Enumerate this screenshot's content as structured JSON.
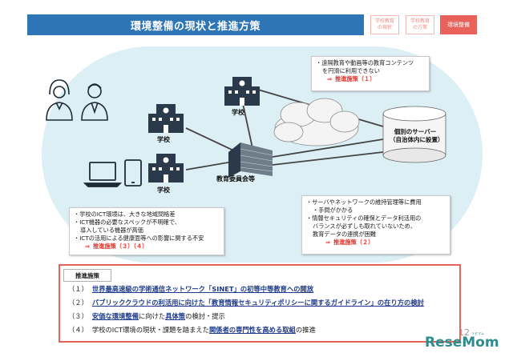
{
  "header": {
    "title": "環境整備の現状と推進方策",
    "tags": [
      {
        "label": "学校教育\nの現状"
      },
      {
        "label": "学校教育\nの方策"
      },
      {
        "label": "環境整備"
      }
    ]
  },
  "nodes": {
    "school_top": "学校",
    "school_mid": "学校",
    "school_bottom": "学校",
    "board": "教育委員会等",
    "server": "個別のサーバー\n（自治体内に設置）"
  },
  "callouts": {
    "top": {
      "lines": [
        "・遠隔教育や動画等の教育コンテンツ",
        "を円滑に利用できない"
      ],
      "arrow": "⇒",
      "measure": "推進施策（１）"
    },
    "right": {
      "lines": [
        "・サーバやネットワークの維持管理等に費用",
        "・手間がかかる",
        "・情報セキュリティの確保とデータ利活用の",
        "バランスが必ずしも取れていないため、",
        "教育データの連携が困難"
      ],
      "arrow": "⇒",
      "measure": "推進施策（２）"
    },
    "left": {
      "lines": [
        "・学校のICT環境は、大きな地域間格差",
        "・ICT機器の必要なスペックが不明確で、",
        "導入している機器が高価",
        "・ICTの活用による健康面等への影響に関する不安"
      ],
      "arrow": "⇒",
      "measure": "推進施策（３）（４）"
    }
  },
  "measures": {
    "heading": "推進施策",
    "items": [
      {
        "num": "（１）",
        "parts": [
          {
            "t": "世界最高速級の学術通信ネットワーク「SINET」の初等中等教育への開放",
            "s": "bl"
          }
        ]
      },
      {
        "num": "（２）",
        "parts": [
          {
            "t": "パブリッククラウドの利活用に向けた「教育情報セキュリティポリシーに関するガイドライン」の在り方の検討",
            "s": "bl"
          }
        ]
      },
      {
        "num": "（３）",
        "parts": [
          {
            "t": "安価な環境整備",
            "s": "bl"
          },
          {
            "t": "に向けた",
            "s": "pl"
          },
          {
            "t": "具体策",
            "s": "bl"
          },
          {
            "t": "の検討・提示",
            "s": "pl"
          }
        ]
      },
      {
        "num": "（４）",
        "parts": [
          {
            "t": "学校のICT環境の現状・課題を踏まえた",
            "s": "pl"
          },
          {
            "t": "関係者の専門性を高める取組",
            "s": "bl"
          },
          {
            "t": "の推進",
            "s": "pl"
          }
        ]
      }
    ]
  },
  "footer": {
    "page_number": "12",
    "logo": "ReseMom",
    "logo_sub": "リセマム"
  },
  "colors": {
    "title_bg": "#2e75b6",
    "measure_red": "#e0352b",
    "measures_border": "#e8615a",
    "link_blue": "#1e3a8a",
    "background": "#dcf0f5"
  }
}
